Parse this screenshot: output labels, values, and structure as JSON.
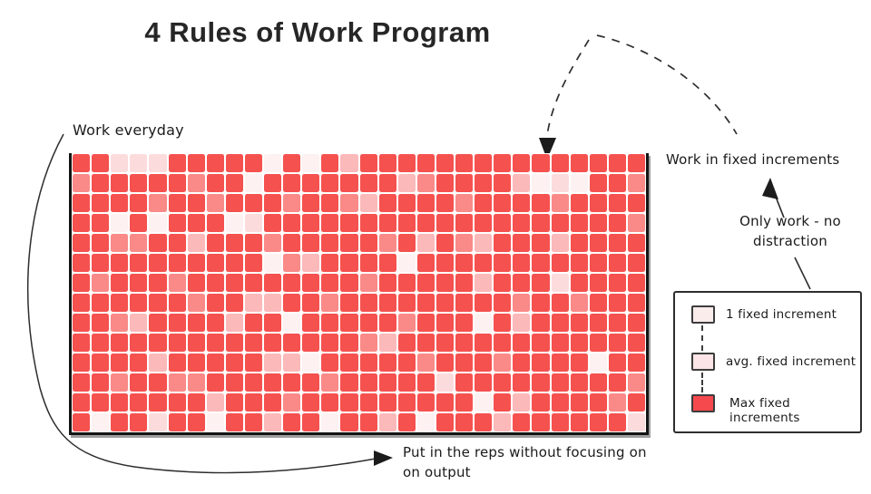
{
  "title": "4 Rules of Work Program",
  "annotations": {
    "work_everyday": "Work everyday",
    "work_in_fixed_increments": "Work in fixed increments",
    "only_work": "Only work - no\ndistraction",
    "put_in_reps": "Put in the reps without focusing on\non output"
  },
  "legend": {
    "items": [
      {
        "label": "1 fixed increment",
        "color": "#fbecec"
      },
      {
        "label": "avg. fixed increment",
        "color": "#fce5e6"
      },
      {
        "label": "Max fixed increments",
        "color": "#f5494d"
      }
    ]
  },
  "colors": {
    "background": "#ffffff",
    "ink": "#1d1d1d",
    "frame": "#141414",
    "max_red": "#f5514f"
  },
  "chart_data": {
    "type": "heatmap",
    "rows": 14,
    "cols": 30,
    "palette": {
      "0": "#fdf1f1",
      "1": "#fcdbdc",
      "2": "#fbb9ba",
      "3": "#f98a88",
      "4": "#f5514f"
    },
    "level_meaning": {
      "0": "1 fixed increment",
      "2": "avg. fixed increment",
      "4": "Max fixed increments"
    },
    "grid": [
      "441114444404042444444444444444",
      "344444344044444442344442010443",
      "444434434443443244443444434444",
      "440404440144444444444444444443",
      "443344244434444434243244424444",
      "444444444403244440444444444444",
      "434443444444444344444244414444",
      "444444344224434444444443443444",
      "443244442440444443444042444444",
      "444444444444444324444444444444",
      "444424444422044444344434444044",
      "443443344444434444414444444443",
      "444444424443444444444042444434",
      "404414404424404424044424444441"
    ]
  }
}
